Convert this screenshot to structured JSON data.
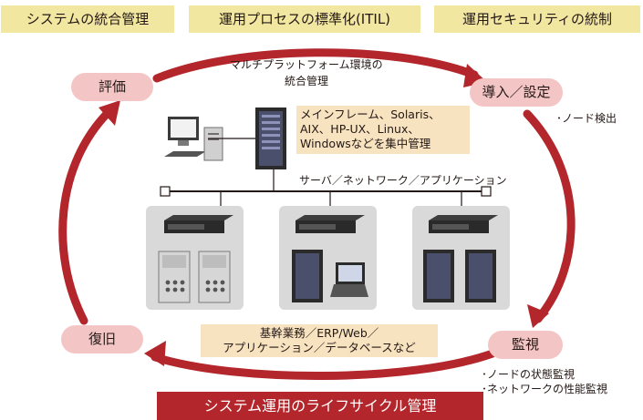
{
  "header_tags": [
    {
      "label": "システムの統合管理"
    },
    {
      "label": "運用プロセスの標準化(ITIL)"
    },
    {
      "label": "運用セキュリティの統制"
    }
  ],
  "cycle": {
    "evaluate": "評価",
    "introduce": "導入／設定",
    "monitor": "監視",
    "recover": "復旧"
  },
  "multiplatform": {
    "line1": "マルチプラットフォーム環境の",
    "line2": "統合管理"
  },
  "node_detect": "･ノード検出",
  "mainframe_note": {
    "line1": "メインフレーム、Solaris、",
    "line2": "AIX、HP-UX、Linux、",
    "line3": "Windowsなどを集中管理"
  },
  "network_label": "サーバ／ネットワーク／アプリケーション",
  "app_note": {
    "line1": "基幹業務／ERP/Web／",
    "line2": "アプリケーション／データベースなど"
  },
  "monitor_notes": {
    "line1": "･ノードの状態監視",
    "line2": "･ネットワークの性能監視"
  },
  "footer": "システム運用のライフサイクル管理",
  "colors": {
    "tag_bg": "#f2e7a0",
    "pill_bg": "#f4c5c5",
    "arrow": "#b3262b",
    "note_bg": "#f8e3c0",
    "server_box": "#d9d9d9"
  }
}
